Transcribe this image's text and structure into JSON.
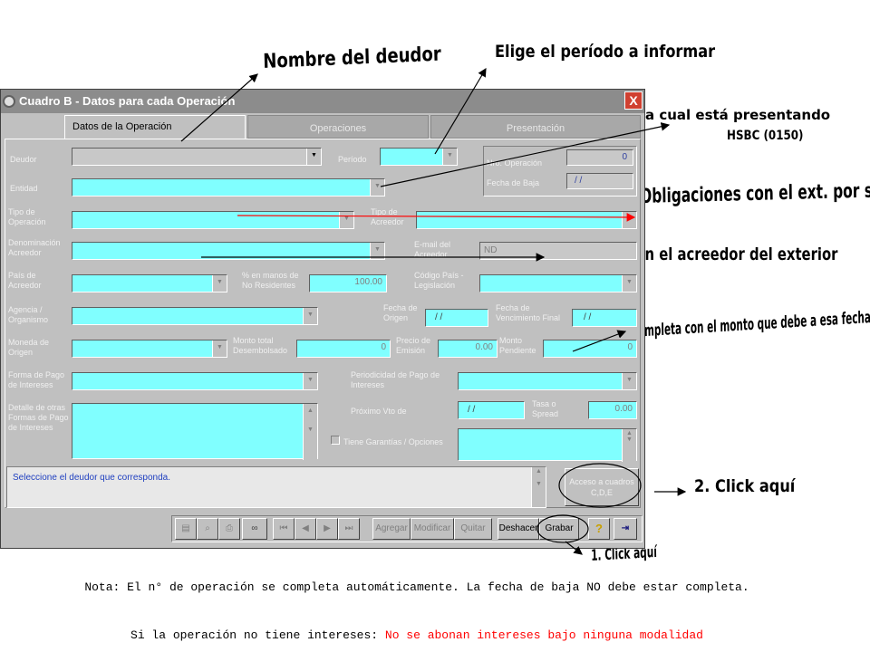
{
  "window": {
    "title": "Cuadro B - Datos para cada Operación",
    "close_glyph": "X"
  },
  "tabs": [
    {
      "label": "Datos de la Operación"
    },
    {
      "label": "Operaciones"
    },
    {
      "label": "Presentación"
    }
  ],
  "form": {
    "deudor_label": "Deudor",
    "periodo_label": "Período",
    "entidad_label": "Entidad",
    "nro_operacion_label": "Nro. Operación",
    "nro_operacion_value": "0",
    "fecha_baja_label": "Fecha de Baja",
    "fecha_baja_value": "/ /",
    "tipo_operacion_label": "Tipo de Operación",
    "tipo_acreedor_label": "Tipo de Acreedor",
    "denominacion_acreedor_label": "Denominación Acreedor",
    "email_acreedor_label": "E-mail del Acreedor",
    "email_acreedor_value": "ND",
    "pais_acreedor_label": "País de Acreedor",
    "pct_no_residentes_label": "% en manos de No Residentes",
    "pct_no_residentes_value": "100.00",
    "codigo_pais_label": "Código País - Legislación",
    "agencia_label": "Agencia / Organismo",
    "fecha_origen_label": "Fecha de Origen",
    "fecha_origen_value": "/ /",
    "fecha_vencimiento_label": "Fecha de Vencimiento Final",
    "fecha_vencimiento_value": "/ /",
    "moneda_origen_label": "Moneda de Origen",
    "monto_total_label": "Monto total Desembolsado",
    "monto_total_value": "0",
    "precio_emision_label": "Precio de Emisión",
    "precio_emision_value": "0.00",
    "monto_pendiente_label": "Monto Pendiente",
    "monto_pendiente_value": "0",
    "forma_pago_label": "Forma de Pago de Intereses",
    "periodicidad_label": "Periodicidad de Pago de Intereses",
    "detalle_label": "Detalle de otras Formas de Pago de Intereses",
    "proximo_vto_label": "Próximo Vto de",
    "proximo_vto_value": "/ /",
    "tasa_spread_label": "Tasa o Spread",
    "tasa_spread_value": "0.00",
    "garantias_label": "Tiene Garantías / Opciones",
    "status_message": "Seleccione el deudor que corresponda.",
    "acceso_label": "Acceso a cuadros C,D,E"
  },
  "toolbar": {
    "agregar": "Agregar",
    "modificar": "Modificar",
    "quitar": "Quitar",
    "deshacer": "Deshacer",
    "grabar": "Grabar",
    "help_glyph": "?"
  },
  "annotations": {
    "nombre_deudor": "Nombre del deudor",
    "elige_periodo": "Elige el período a informar",
    "entidad_bancaria": "Entidad Bancaria por la cual está presentando",
    "hsbc": "HSBC (0150)",
    "obligaciones": "Obligaciones con el ext. por serv",
    "complete_acreedor": "Complete con el acreedor del exterior",
    "completa_monto": "Completa con el monto que debe a esa fecha",
    "click_2": "2. Click aquí",
    "click_1": "1. Click aquí"
  },
  "notes": {
    "line1": "Nota: El n° de operación se completa automáticamente. La fecha de baja NO debe estar completa.",
    "line2_prefix": "Si la operación no tiene intereses: ",
    "line2_red": "No se abonan intereses bajo ninguna modalidad"
  },
  "colors": {
    "field_fill": "#80ffff",
    "window_gray": "#c0c0c0",
    "annotation_red": "#ff0000",
    "note_red": "#ff0000"
  }
}
